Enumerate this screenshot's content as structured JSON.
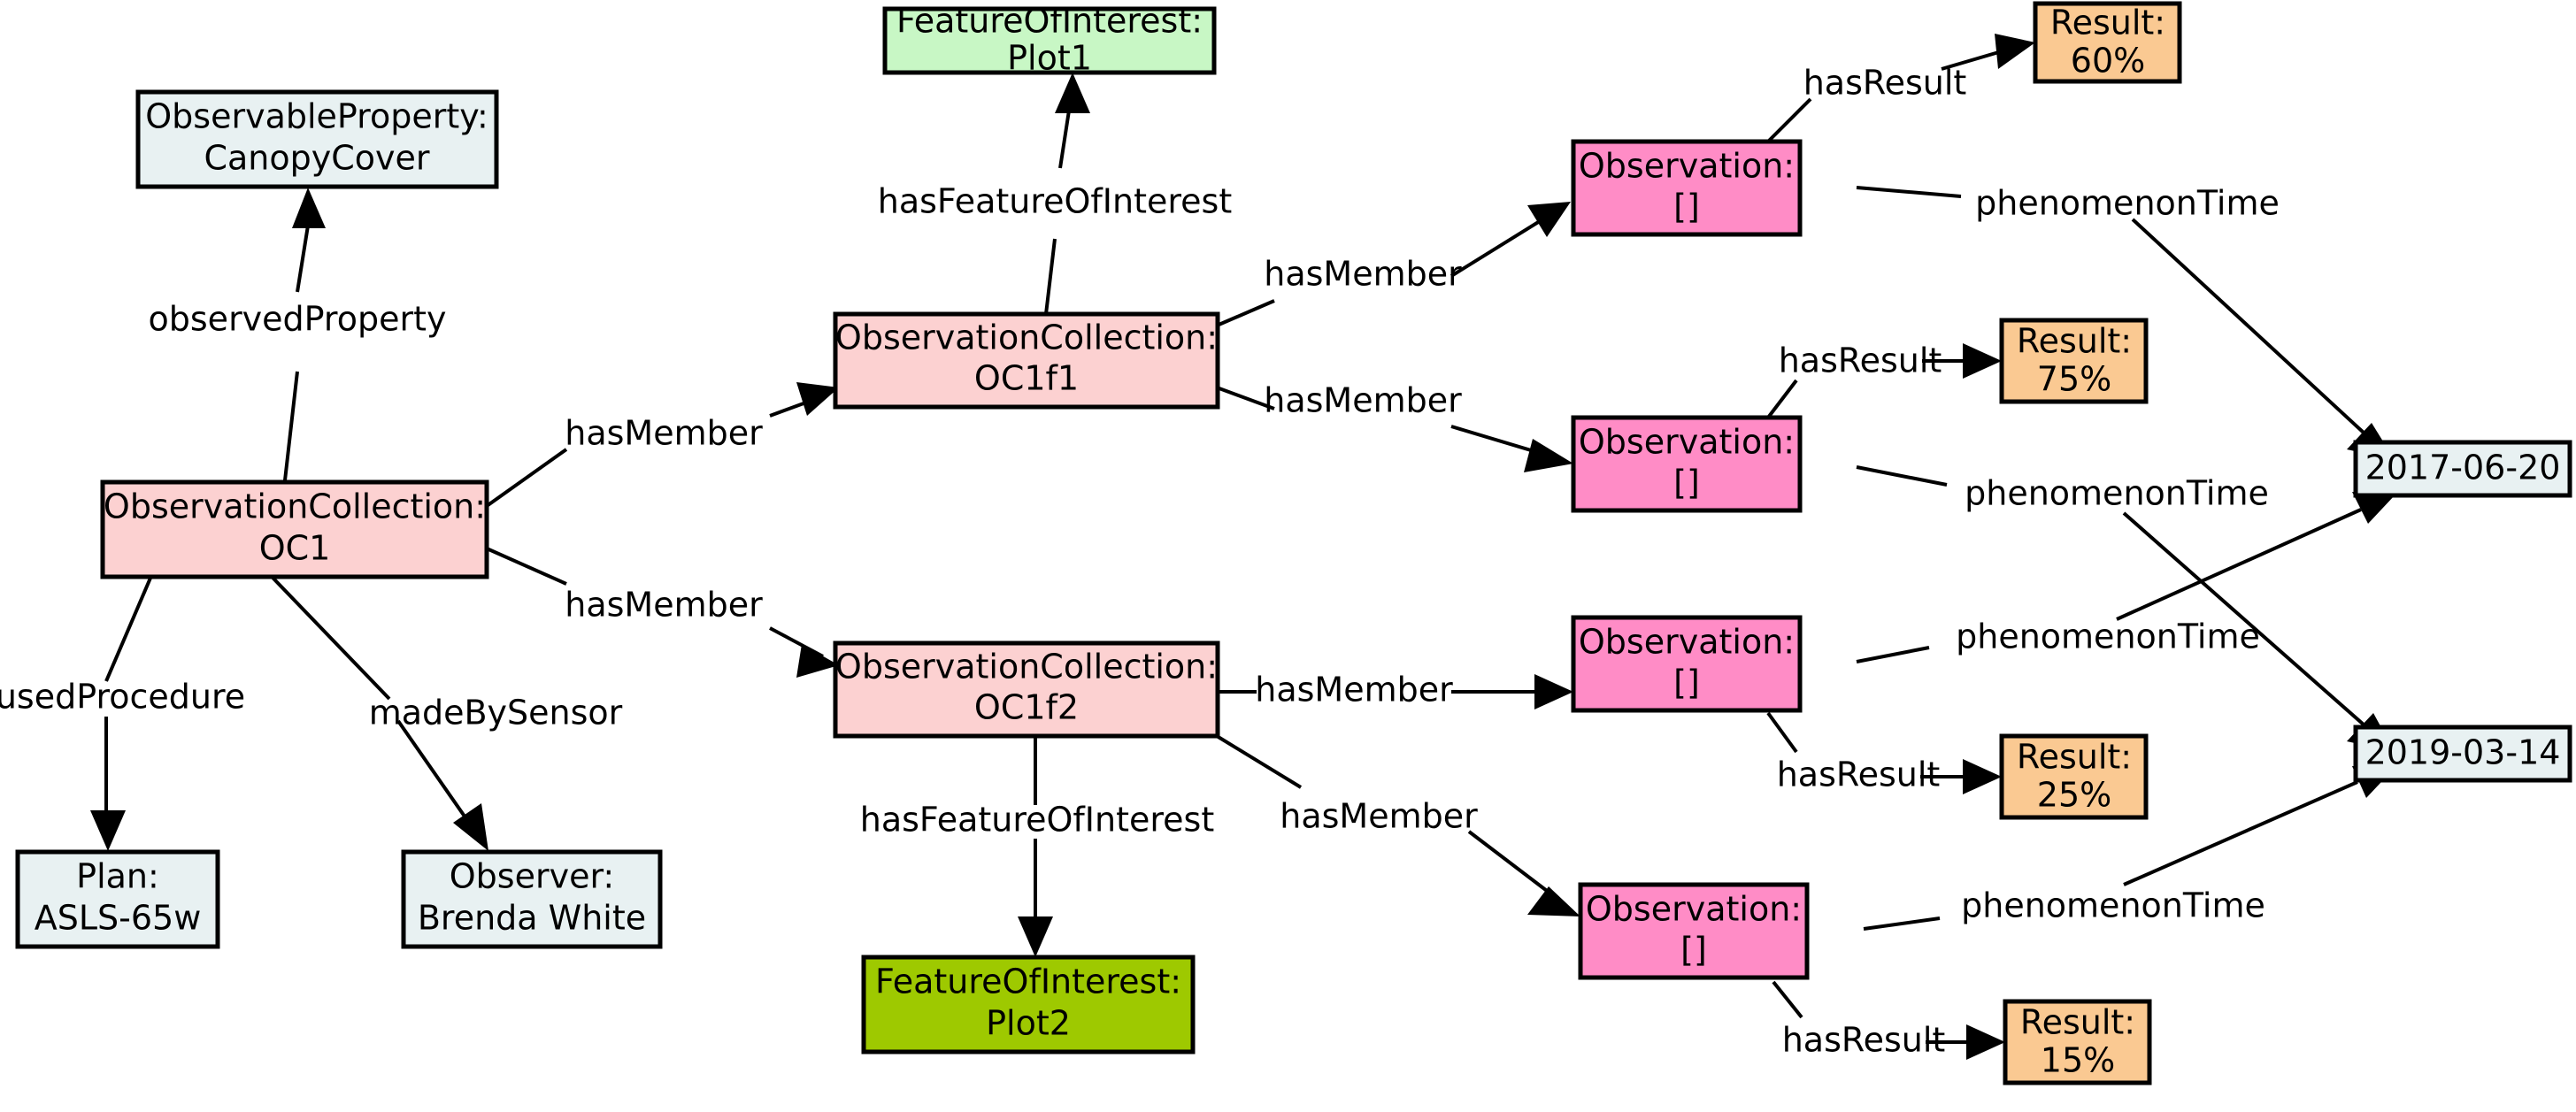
{
  "diagram": {
    "title": "SOSA ObservationCollection graph",
    "colors": {
      "observable_property": "#e8f1f2",
      "observation_collection": "#fcd1d1",
      "observation": "#ff8cc6",
      "feature_of_interest_plot1": "#c8f7c5",
      "feature_of_interest_plot2": "#9ec900",
      "result": "#fac992",
      "time_literal": "#e8f1f2",
      "stroke": "#000000",
      "background": "#ffffff"
    }
  },
  "nodes": {
    "observable_property": {
      "line1": "ObservableProperty:",
      "line2": "CanopyCover"
    },
    "oc1": {
      "line1": "ObservationCollection:",
      "line2": "OC1"
    },
    "oc1f1": {
      "line1": "ObservationCollection:",
      "line2": "OC1f1"
    },
    "oc1f2": {
      "line1": "ObservationCollection:",
      "line2": "OC1f2"
    },
    "plot1": {
      "line1": "FeatureOfInterest:",
      "line2": "Plot1"
    },
    "plot2": {
      "line1": "FeatureOfInterest:",
      "line2": "Plot2"
    },
    "plan": {
      "line1": "Plan:",
      "line2": "ASLS-65w"
    },
    "observer": {
      "line1": "Observer:",
      "line2": "Brenda White"
    },
    "observation_1": {
      "line1": "Observation:",
      "line2": "[]"
    },
    "observation_2": {
      "line1": "Observation:",
      "line2": "[]"
    },
    "observation_3": {
      "line1": "Observation:",
      "line2": "[]"
    },
    "observation_4": {
      "line1": "Observation:",
      "line2": "[]"
    },
    "result_1": {
      "line1": "Result:",
      "line2": "60%"
    },
    "result_2": {
      "line1": "Result:",
      "line2": "75%"
    },
    "result_3": {
      "line1": "Result:",
      "line2": "25%"
    },
    "result_4": {
      "line1": "Result:",
      "line2": "15%"
    },
    "date_1": {
      "line1": "2017-06-20"
    },
    "date_2": {
      "line1": "2019-03-14"
    }
  },
  "edges": {
    "observed_property": "observedProperty",
    "used_procedure": "usedProcedure",
    "made_by_sensor": "madeBySensor",
    "has_member_oc1_to_oc1f1": "hasMember",
    "has_member_oc1_to_oc1f2": "hasMember",
    "has_feature_of_interest_1": "hasFeatureOfInterest",
    "has_feature_of_interest_2": "hasFeatureOfInterest",
    "has_member_oc1f1_to_obs1": "hasMember",
    "has_member_oc1f1_to_obs2": "hasMember",
    "has_member_oc1f2_to_obs3": "hasMember",
    "has_member_oc1f2_to_obs4": "hasMember",
    "has_result_1": "hasResult",
    "has_result_2": "hasResult",
    "has_result_3": "hasResult",
    "has_result_4": "hasResult",
    "phenomenon_time_1": "phenomenonTime",
    "phenomenon_time_2": "phenomenonTime",
    "phenomenon_time_3": "phenomenonTime",
    "phenomenon_time_4": "phenomenonTime"
  }
}
